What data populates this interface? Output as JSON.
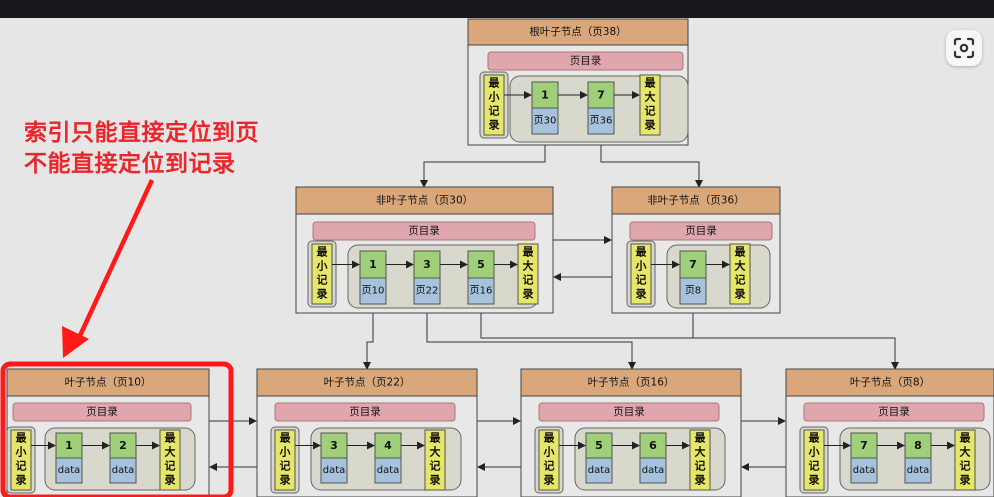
{
  "annotation": {
    "line1": "索引只能直接定位到页",
    "line2": "不能直接定位到记录"
  },
  "labels": {
    "page_directory": "页目录",
    "min_record": [
      "最",
      "小",
      "记",
      "录"
    ],
    "max_record": [
      "最",
      "大",
      "记",
      "录"
    ]
  },
  "nodes": {
    "root": {
      "title": "根叶子节点（页38）",
      "keys": [
        {
          "key": "1",
          "ptr": "页30"
        },
        {
          "key": "7",
          "ptr": "页36"
        }
      ]
    },
    "inner30": {
      "title": "非叶子节点（页30）",
      "keys": [
        {
          "key": "1",
          "ptr": "页10"
        },
        {
          "key": "3",
          "ptr": "页22"
        },
        {
          "key": "5",
          "ptr": "页16"
        }
      ]
    },
    "inner36": {
      "title": "非叶子节点（页36）",
      "keys": [
        {
          "key": "7",
          "ptr": "页8"
        }
      ]
    },
    "leaf10": {
      "title": "叶子节点（页10）",
      "keys": [
        {
          "key": "1",
          "ptr": "data"
        },
        {
          "key": "2",
          "ptr": "data"
        }
      ]
    },
    "leaf22": {
      "title": "叶子节点（页22）",
      "keys": [
        {
          "key": "3",
          "ptr": "data"
        },
        {
          "key": "4",
          "ptr": "data"
        }
      ]
    },
    "leaf16": {
      "title": "叶子节点（页16）",
      "keys": [
        {
          "key": "5",
          "ptr": "data"
        },
        {
          "key": "6",
          "ptr": "data"
        }
      ]
    },
    "leaf8": {
      "title": "叶子节点（页8）",
      "keys": [
        {
          "key": "7",
          "ptr": "data"
        },
        {
          "key": "8",
          "ptr": "data"
        }
      ]
    }
  },
  "colors": {
    "background": "#e6e6e6",
    "title_bar": "#d9a77a",
    "page_directory": "#dfa7ad",
    "min_max_record": "#e6e66a",
    "key_cell": "#9fcf78",
    "pointer_cell": "#a6c2dd",
    "highlight": "#ff1a1a",
    "annotation": "#e8262b"
  },
  "icons": {
    "scan": "scan-icon"
  }
}
